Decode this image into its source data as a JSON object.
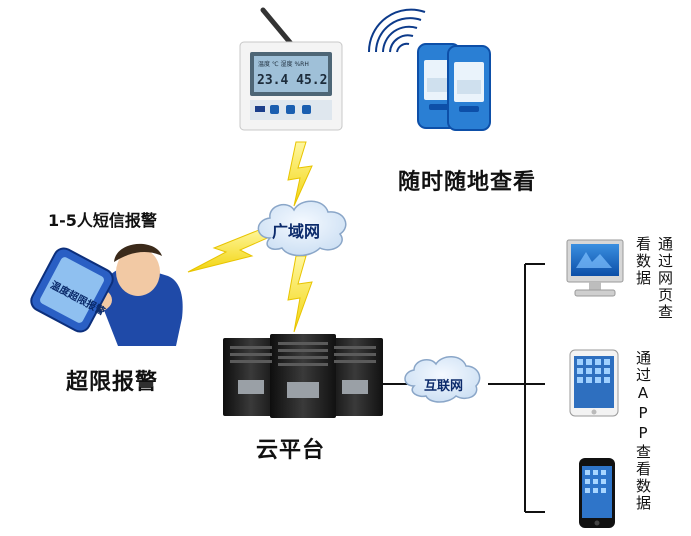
{
  "labels": {
    "anywhere": "随时随地查看",
    "sms_alarm": "1-5人短信报警",
    "over_limit": "超限报警",
    "wan": "广域网",
    "cloud_platform": "云平台",
    "internet": "互联网",
    "web_view": "通过网页查看数据",
    "app_view": "通过APP查看数据"
  },
  "phone_screen_text": "温度超限报警",
  "logger_screen": {
    "line1": "温度 ℃  湿度 %RH",
    "line2": "23.4 45.2"
  },
  "colors": {
    "lightning": "#f3e12a",
    "cloud_fill": "#dbe8f6",
    "cloud_stroke": "#8aa6c8",
    "server": "#222222",
    "device_body": "#f2f2f2",
    "screen": "#9fc0d8",
    "mini_logger": "#2a7fd4",
    "tree_line": "#111111"
  }
}
